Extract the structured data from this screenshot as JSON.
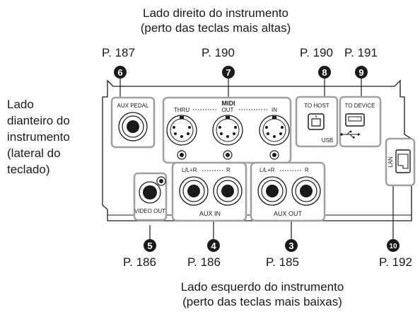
{
  "top_caption": [
    "Lado direito do instrumento",
    "(perto das teclas mais altas)"
  ],
  "bottom_caption": [
    "Lado esquerdo do instrumento",
    "(perto das teclas mais baixas)"
  ],
  "side_caption": [
    "Lado",
    "dianteiro do",
    "instrumento",
    "(lateral do",
    "teclado)"
  ],
  "callouts": {
    "aux_pedal": {
      "number": "6",
      "page": "P. 187"
    },
    "midi": {
      "number": "7",
      "page": "P. 190"
    },
    "usb_to_host": {
      "number": "8",
      "page": "P. 190"
    },
    "usb_to_device": {
      "number": "9",
      "page": "P. 191"
    },
    "lan": {
      "number": "10",
      "page": "P. 192"
    },
    "video_out": {
      "number": "5",
      "page": "P. 186"
    },
    "aux_in": {
      "number": "4",
      "page": "P. 186"
    },
    "aux_out": {
      "number": "3",
      "page": "P. 185"
    }
  },
  "panel_labels": {
    "aux_pedal": "AUX PEDAL",
    "midi": "MIDI",
    "midi_thru": "THRU",
    "midi_out": "OUT",
    "midi_in": "IN",
    "to_host": "TO HOST",
    "usb": "USB",
    "to_device": "TO DEVICE",
    "lan": "LAN",
    "video_out": "VIDEO OUT",
    "aux_in_l": "L/L+R",
    "aux_in_r": "R",
    "aux_in": "AUX IN",
    "aux_out_l": "L/L+R",
    "aux_out_r": "R",
    "aux_out": "AUX OUT"
  },
  "colors": {
    "line": "#1a1a1a",
    "panel": "#ffffff",
    "highlight": "#a0a0a0"
  }
}
